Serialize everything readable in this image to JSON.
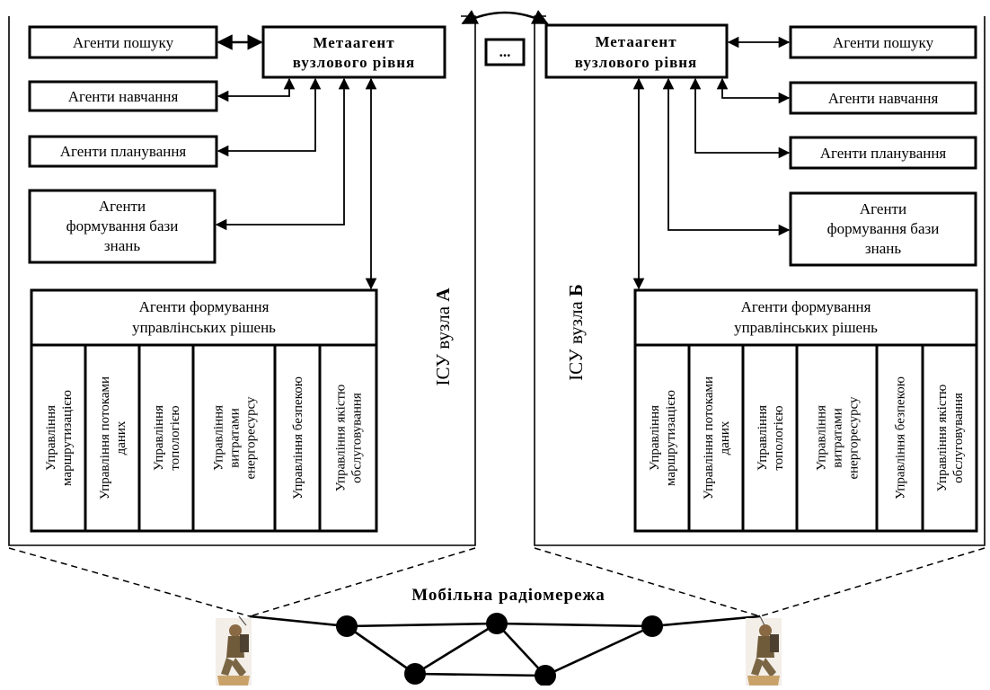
{
  "node_a": {
    "metaagent": [
      "Метаагент",
      "вузлового рівня"
    ],
    "search": "Агенти пошуку",
    "learning": "Агенти навчання",
    "planning": "Агенти планування",
    "knowledge": [
      "Агенти",
      "формування бази",
      "знань"
    ],
    "decisions": [
      "Агенти формування",
      "управлінських рішень"
    ],
    "columns": [
      [
        "Управління",
        "маршрутизацією"
      ],
      [
        "Управління потоками",
        "даних"
      ],
      [
        "Управління",
        "топологією"
      ],
      [
        "Управління",
        "витратами",
        "енергоресурсу"
      ],
      [
        "Управління безпекою"
      ],
      [
        "Управління якістю",
        "обслуговування"
      ]
    ],
    "side_label": "ІСУ вузла ",
    "side_letter": "А"
  },
  "node_b": {
    "metaagent": [
      "Метаагент",
      "вузлового рівня"
    ],
    "search": "Агенти пошуку",
    "learning": "Агенти навчання",
    "planning": "Агенти планування",
    "knowledge": [
      "Агенти",
      "формування бази",
      "знань"
    ],
    "decisions": [
      "Агенти формування",
      "управлінських рішень"
    ],
    "columns": [
      [
        "Управління",
        "маршрутизацією"
      ],
      [
        "Управління потоками",
        "даних"
      ],
      [
        "Управління",
        "топологією"
      ],
      [
        "Управління",
        "витратами",
        "енергоресурсу"
      ],
      [
        "Управління безпекою"
      ],
      [
        "Управління якістю",
        "обслуговування"
      ]
    ],
    "side_label": "ІСУ вузла ",
    "side_letter": "Б"
  },
  "ellipsis": "...",
  "network_title": "Мобільна радіомережа"
}
